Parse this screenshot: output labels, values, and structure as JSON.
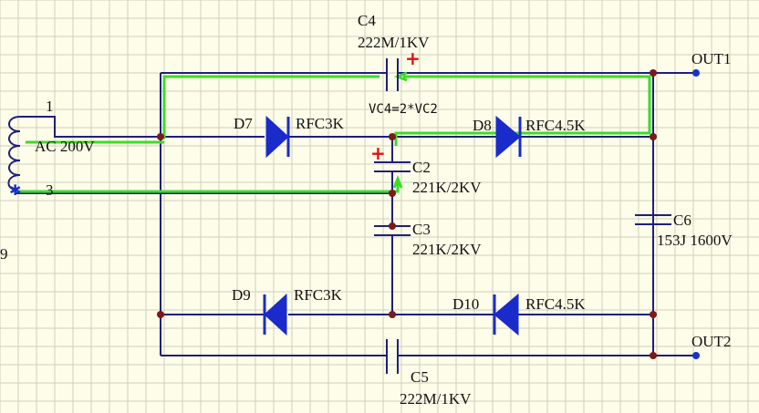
{
  "colors": {
    "grid": "#cfd0bf",
    "wire": "#1f1f7a",
    "highlight": "#3cdc28",
    "diode": "#1a2acb",
    "junction": "#7a1a1a",
    "port": "#1833c4",
    "polarity": "#e01010",
    "text": "#111111"
  },
  "transformer": {
    "pin1": "1",
    "pin3": "3",
    "source": "AC 200V",
    "edge_label": "9"
  },
  "capacitors": [
    {
      "ref": "C4",
      "value": "222M/1KV"
    },
    {
      "ref": "C2",
      "value": "221K/2KV"
    },
    {
      "ref": "C3",
      "value": "221K/2KV"
    },
    {
      "ref": "C5",
      "value": "222M/1KV"
    },
    {
      "ref": "C6",
      "value": "153J 1600V"
    }
  ],
  "diodes": [
    {
      "ref": "D7",
      "value": "RFC3K"
    },
    {
      "ref": "D8",
      "value": "RFC4.5K"
    },
    {
      "ref": "D9",
      "value": "RFC3K"
    },
    {
      "ref": "D10",
      "value": "RFC4.5K"
    }
  ],
  "outputs": {
    "out1": "OUT1",
    "out2": "OUT2"
  },
  "annotation": "VC4=2*VC2",
  "polarity_symbol": "+"
}
